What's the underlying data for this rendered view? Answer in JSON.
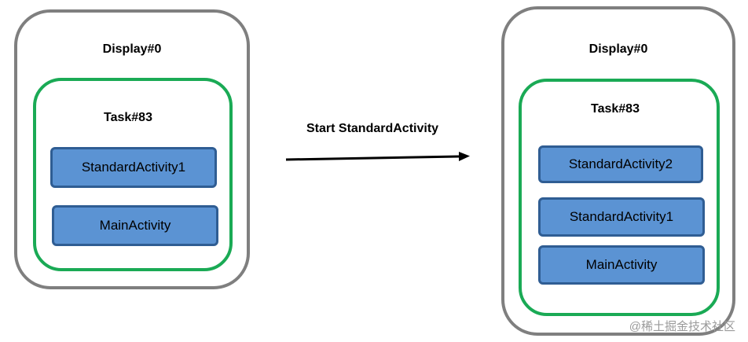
{
  "left": {
    "display_label": "Display#0",
    "task_label": "Task#83",
    "activities": [
      "StandardActivity1",
      "MainActivity"
    ]
  },
  "right": {
    "display_label": "Display#0",
    "task_label": "Task#83",
    "activities": [
      "StandardActivity2",
      "StandardActivity1",
      "MainActivity"
    ]
  },
  "transition_label": "Start StandardActivity",
  "watermark": "@稀土掘金技术社区",
  "colors": {
    "display_border": "#7f7f7f",
    "task_border": "#1aaa55",
    "activity_fill": "#5b93d3",
    "activity_border": "#2f5d93"
  }
}
